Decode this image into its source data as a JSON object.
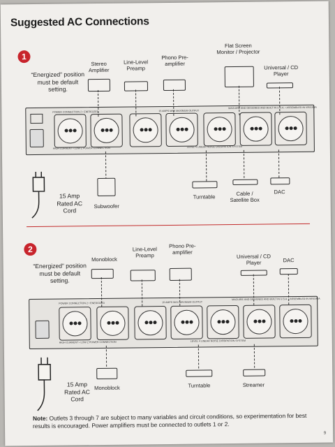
{
  "title": "Suggested AC Connections",
  "section1": {
    "number": "1",
    "energized": "“Energized” position must be default setting.",
    "devices_top": [
      "Stereo Amplifier",
      "Line-Level Preamp",
      "Phono Pre-amplifier",
      "Flat Screen Monitor / Projector",
      "Universal / CD Player"
    ],
    "devices_bottom": [
      "15 Amp Rated AC Cord",
      "Subwoofer",
      "Turntable",
      "Cable / Satellite Box",
      "DAC"
    ]
  },
  "section2": {
    "number": "2",
    "energized": "“Energized” position must be default setting.",
    "devices_top": [
      "Monoblock",
      "Line-Level Preamp",
      "Phono Pre-amplifier",
      "Universal / CD Player",
      "DAC"
    ],
    "devices_bottom": [
      "15 Amp Rated AC Cord",
      "Monoblock",
      "Turntable",
      "Streamer"
    ]
  },
  "strip_text": {
    "outlet_label": "POWER CONNECTION 2 • ENERGIZED",
    "high_current": "HIGH CURRENT • LOW Z POWER CONNECTION",
    "center_label": "15 AMPS MAX MAXIMUM OUTPUT",
    "top_right": "MAGUIRE AND DESIGNED AND BUILT IN U.S.A. • ASSEMBLED IN VIRGINIA",
    "noise": "LEVEL 4 LINEAR NOISE DISSIPATION SYSTEM"
  },
  "note": {
    "bold": "Note:",
    "text": " Outlets 3 through 7 are subject to many variables and circuit conditions, so experimentation for best results is encouraged. Power amplifiers must be connected to outlets 1 or 2."
  },
  "page_number": "9"
}
